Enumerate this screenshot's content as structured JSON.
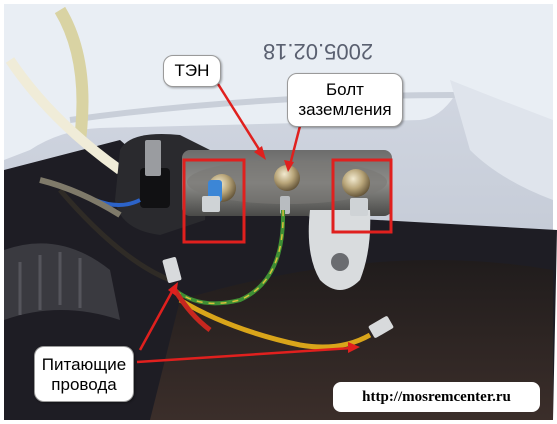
{
  "image": {
    "subject": "washing machine heating element (TEN) terminals with wiring",
    "date_stamp": "2005.02.18"
  },
  "labels": {
    "ten": "ТЭН",
    "bolt_line1": "Болт",
    "bolt_line2": "заземления",
    "power_line1": "Питающие",
    "power_line2": "провода"
  },
  "url": "http://mosremcenter.ru",
  "colors": {
    "highlight_boxes": "#e0201e",
    "arrows": "#e0201e",
    "wire_yellow": "#d9a51a",
    "wire_green": "#3f8f34",
    "wire_blue": "#2c63c9",
    "wire_red": "#c7271f"
  }
}
